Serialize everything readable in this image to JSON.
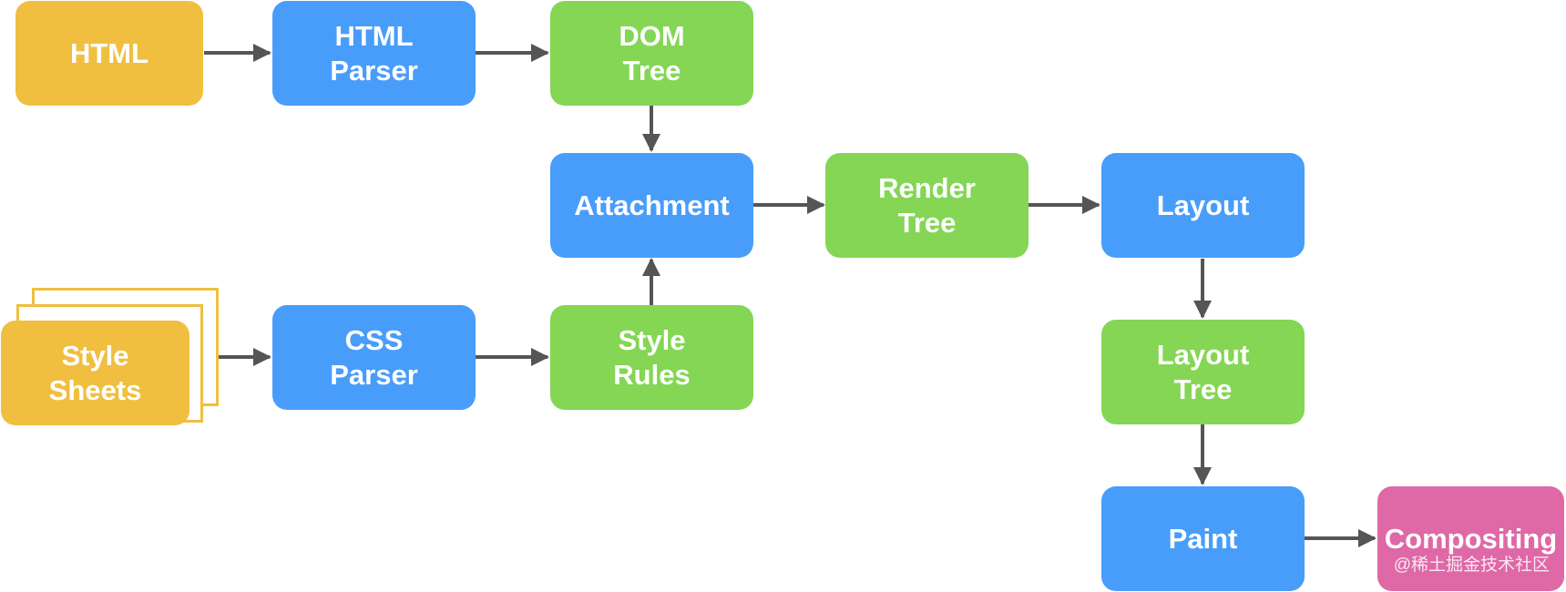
{
  "colors": {
    "input": "#f0bf40",
    "process": "#489dfa",
    "structure": "#84d654",
    "output": "#df68a6",
    "arrow": "#555555"
  },
  "nodes": {
    "html": "HTML",
    "html_parser": "HTML\nParser",
    "dom_tree": "DOM\nTree",
    "attachment": "Attachment",
    "render_tree": "Render\nTree",
    "layout": "Layout",
    "style_sheets": "Style\nSheets",
    "css_parser": "CSS\nParser",
    "style_rules": "Style\nRules",
    "layout_tree": "Layout\nTree",
    "paint": "Paint",
    "compositing": "Compositing"
  },
  "watermark": "@稀土掘金技术社区"
}
